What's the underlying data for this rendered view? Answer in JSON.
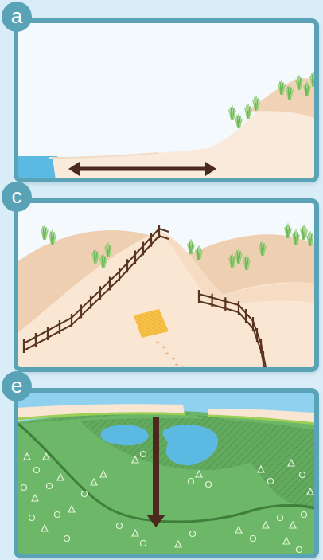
{
  "diagram": {
    "nodes": [
      {
        "text": [
          "a"
        ]
      },
      {
        "text": [
          "c"
        ]
      },
      {
        "text": [
          "e"
        ]
      }
    ]
  }
}
